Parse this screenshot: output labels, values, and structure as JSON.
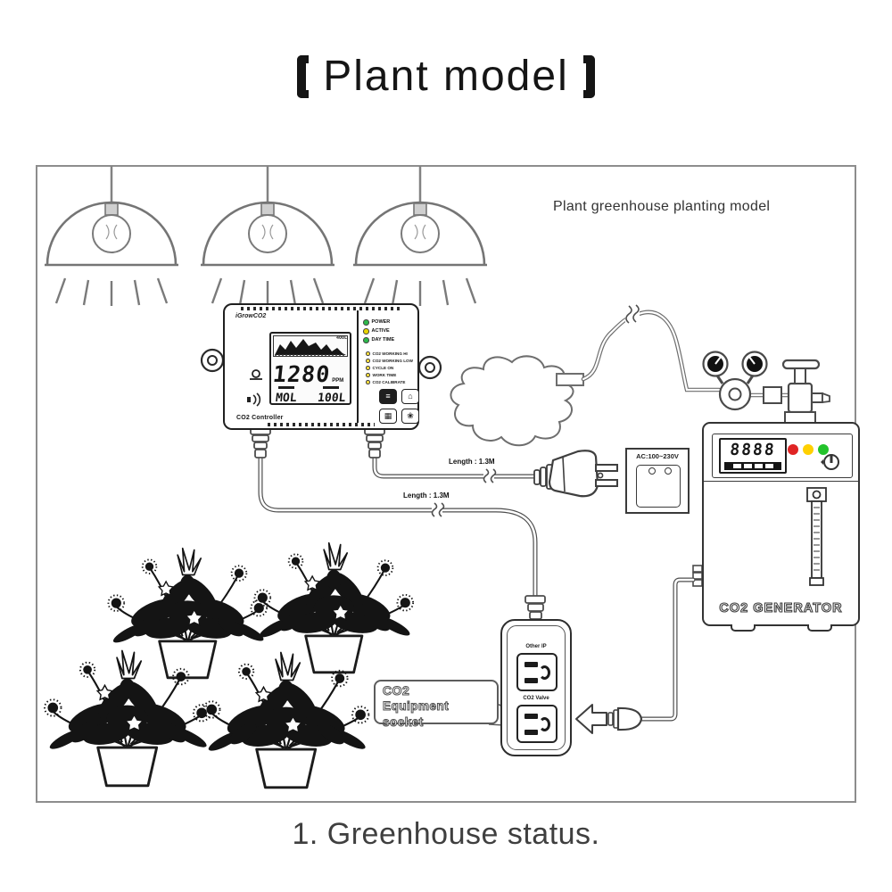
{
  "title": {
    "text": "Plant model",
    "full": "【 Plant model 】"
  },
  "scene": {
    "caption": "Plant greenhouse planting model"
  },
  "footer": {
    "caption": "1. Greenhouse status."
  },
  "controller": {
    "logo": "iGrowCO2",
    "name": "CO2 Controller",
    "lcd": {
      "value": "1280",
      "unit": "PPM",
      "graph_label": "400L",
      "bottom_left": "MOL",
      "bottom_right": "100L"
    },
    "leds_main": [
      {
        "label": "POWER",
        "color": "#2db84b"
      },
      {
        "label": "ACTIVE",
        "color": "#e8d400"
      },
      {
        "label": "DAY TIME",
        "color": "#2db84b"
      }
    ],
    "leds_sub": [
      {
        "label": "CO2 WORKING HI"
      },
      {
        "label": "CO2 WORKING LOW"
      },
      {
        "label": "CYCLE ON"
      },
      {
        "label": "WORK TIME"
      },
      {
        "label": "CO2 CALIBRATE"
      }
    ],
    "sub_led_color": "#ffe23c",
    "buttons": [
      {
        "glyph": "≡"
      },
      {
        "glyph": "⌂"
      },
      {
        "glyph": "▦"
      },
      {
        "glyph": "❀"
      }
    ]
  },
  "cables": {
    "label_a": "Length : 1.3M",
    "label_b": "Length : 1.3M"
  },
  "wall_socket": {
    "label": "AC:100~230V"
  },
  "generator": {
    "name": "CO2 GENERATOR",
    "display": "8888",
    "led_colors": {
      "red": "#e02424",
      "yellow": "#ffd000",
      "green": "#23c32b"
    }
  },
  "power_strip": {
    "upper_label": "Other IP",
    "lower_label": "CO2 Valve"
  },
  "callout": {
    "line1": "CO2",
    "line2": "Equipment socket"
  }
}
